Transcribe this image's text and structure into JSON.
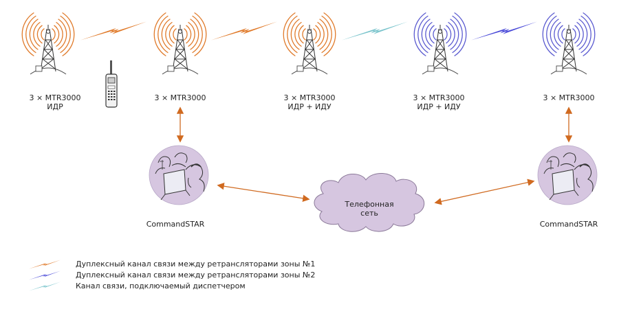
{
  "towers": [
    {
      "line1": "3 × MTR3000",
      "line2": "ИДР",
      "color": "#e07a2a"
    },
    {
      "line1": "3 × MTR3000",
      "line2": "",
      "color": "#e07a2a"
    },
    {
      "line1": "3 × MTR3000",
      "line2": "ИДР + ИДУ",
      "color": "#e07a2a"
    },
    {
      "line1": "3 × MTR3000",
      "line2": "ИДР + ИДУ",
      "color": "#5a5ad0"
    },
    {
      "line1": "3 × MTR3000",
      "line2": "",
      "color": "#5a5ad0"
    }
  ],
  "links": {
    "zone1_color": "#e07a2a",
    "zone2_color": "#4a4ad8",
    "dispatcher_color": "#7ac4cc",
    "arrow_color": "#d06a20"
  },
  "dispatch_left": {
    "label": "CommandSTAR"
  },
  "dispatch_right": {
    "label": "CommandSTAR"
  },
  "network": {
    "line1": "Телефонная",
    "line2": "сеть",
    "fill": "#d6c6e0"
  },
  "legend": [
    {
      "text": "Дуплексный канал связи между ретрансляторами зоны №1",
      "color": "#e07a2a"
    },
    {
      "text": "Дуплексный канал связи между ретрансляторами зоны №2",
      "color": "#4a4ad8"
    },
    {
      "text": "Канал связи, подключаемый диспетчером",
      "color": "#7ac4cc"
    }
  ]
}
